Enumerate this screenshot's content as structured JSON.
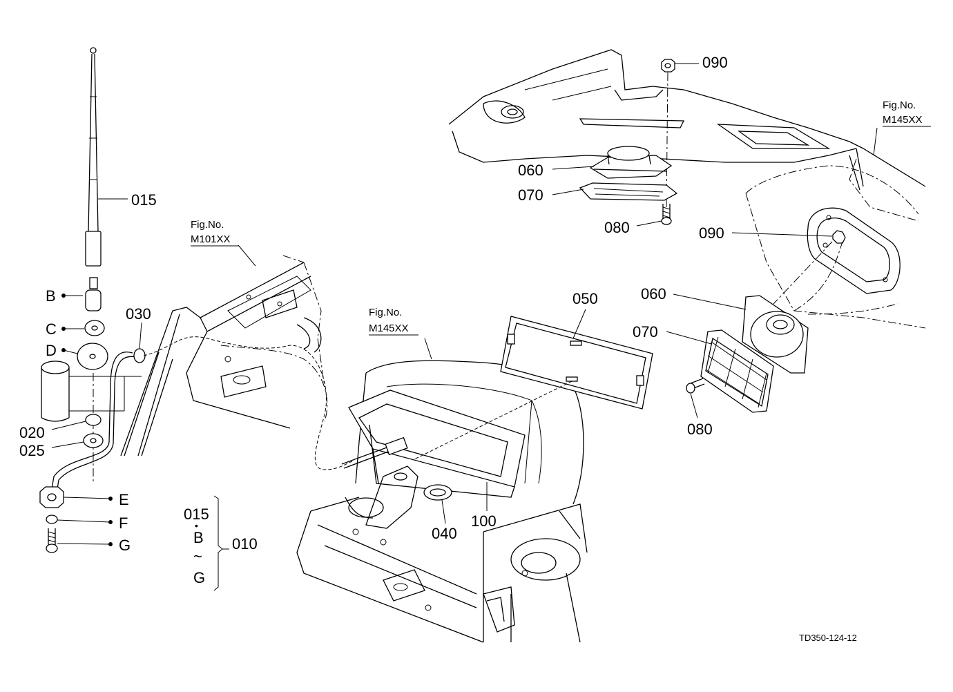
{
  "labels": {
    "p015": "015",
    "pB": "B",
    "pC": "C",
    "pD": "D",
    "pE": "E",
    "pF": "F",
    "pG": "G",
    "p020": "020",
    "p025": "025",
    "p030": "030",
    "p040": "040",
    "p050": "050",
    "p060a": "060",
    "p060b": "060",
    "p070a": "070",
    "p070b": "070",
    "p080a": "080",
    "p080b": "080",
    "p090a": "090",
    "p090b": "090",
    "p100": "100",
    "kit_top": "015",
    "kit_dot": "•",
    "kit_mid": "B",
    "kit_tilde": "~",
    "kit_bot": "G",
    "kit_part": "010"
  },
  "figure_refs": [
    {
      "title": "Fig.No.",
      "code": "M101XX"
    },
    {
      "title": "Fig.No.",
      "code": "M145XX"
    },
    {
      "title": "Fig.No.",
      "code": "M145XX"
    }
  ],
  "drawing_code": "TD350-124-12"
}
